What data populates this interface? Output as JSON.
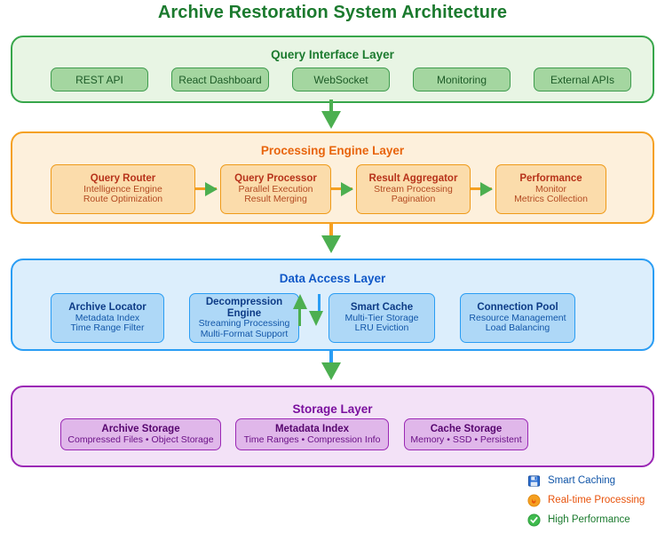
{
  "title": "Archive Restoration System Architecture",
  "layers": [
    {
      "id": "query-interface-layer",
      "title": "Query Interface Layer",
      "nodes": [
        {
          "head": "REST API",
          "sub1": "",
          "sub2": ""
        },
        {
          "head": "React Dashboard",
          "sub1": "",
          "sub2": ""
        },
        {
          "head": "WebSocket",
          "sub1": "",
          "sub2": ""
        },
        {
          "head": "Monitoring",
          "sub1": "",
          "sub2": ""
        },
        {
          "head": "External APIs",
          "sub1": "",
          "sub2": ""
        }
      ]
    },
    {
      "id": "processing-engine-layer",
      "title": "Processing Engine Layer",
      "nodes": [
        {
          "head": "Query Router",
          "sub1": "Intelligence Engine",
          "sub2": "Route Optimization"
        },
        {
          "head": "Query Processor",
          "sub1": "Parallel Execution",
          "sub2": "Result Merging"
        },
        {
          "head": "Result Aggregator",
          "sub1": "Stream Processing",
          "sub2": "Pagination"
        },
        {
          "head": "Performance",
          "sub1": "Monitor",
          "sub2": "Metrics Collection"
        }
      ]
    },
    {
      "id": "data-access-layer",
      "title": "Data Access Layer",
      "nodes": [
        {
          "head": "Archive Locator",
          "sub1": "Metadata Index",
          "sub2": "Time Range Filter"
        },
        {
          "head": "Decompression Engine",
          "sub1": "Streaming Processing",
          "sub2": "Multi-Format Support"
        },
        {
          "head": "Smart Cache",
          "sub1": "Multi-Tier Storage",
          "sub2": "LRU Eviction"
        },
        {
          "head": "Connection Pool",
          "sub1": "Resource Management",
          "sub2": "Load Balancing"
        }
      ]
    },
    {
      "id": "storage-layer",
      "title": "Storage Layer",
      "nodes": [
        {
          "head": "Archive Storage",
          "sub1": "Compressed Files • Object Storage",
          "sub2": ""
        },
        {
          "head": "Metadata Index",
          "sub1": "Time Ranges • Compression Info",
          "sub2": ""
        },
        {
          "head": "Cache Storage",
          "sub1": "Memory • SSD • Persistent",
          "sub2": ""
        }
      ]
    }
  ],
  "legend": [
    {
      "icon": "floppy-disk-icon",
      "label": "Smart Caching",
      "color": "#1256a8"
    },
    {
      "icon": "flame-circle-icon",
      "label": "Real-time Processing",
      "color": "#e8530c"
    },
    {
      "icon": "check-circle-icon",
      "label": "High Performance",
      "color": "#1b7a2e"
    }
  ],
  "colors": {
    "title": "#1b7a2e",
    "layer_green_border": "#37a64a",
    "layer_orange_border": "#f5a020",
    "layer_blue_border": "#2a9df4",
    "layer_purple_border": "#9b28b5",
    "arrow_head": "#4caf50"
  }
}
